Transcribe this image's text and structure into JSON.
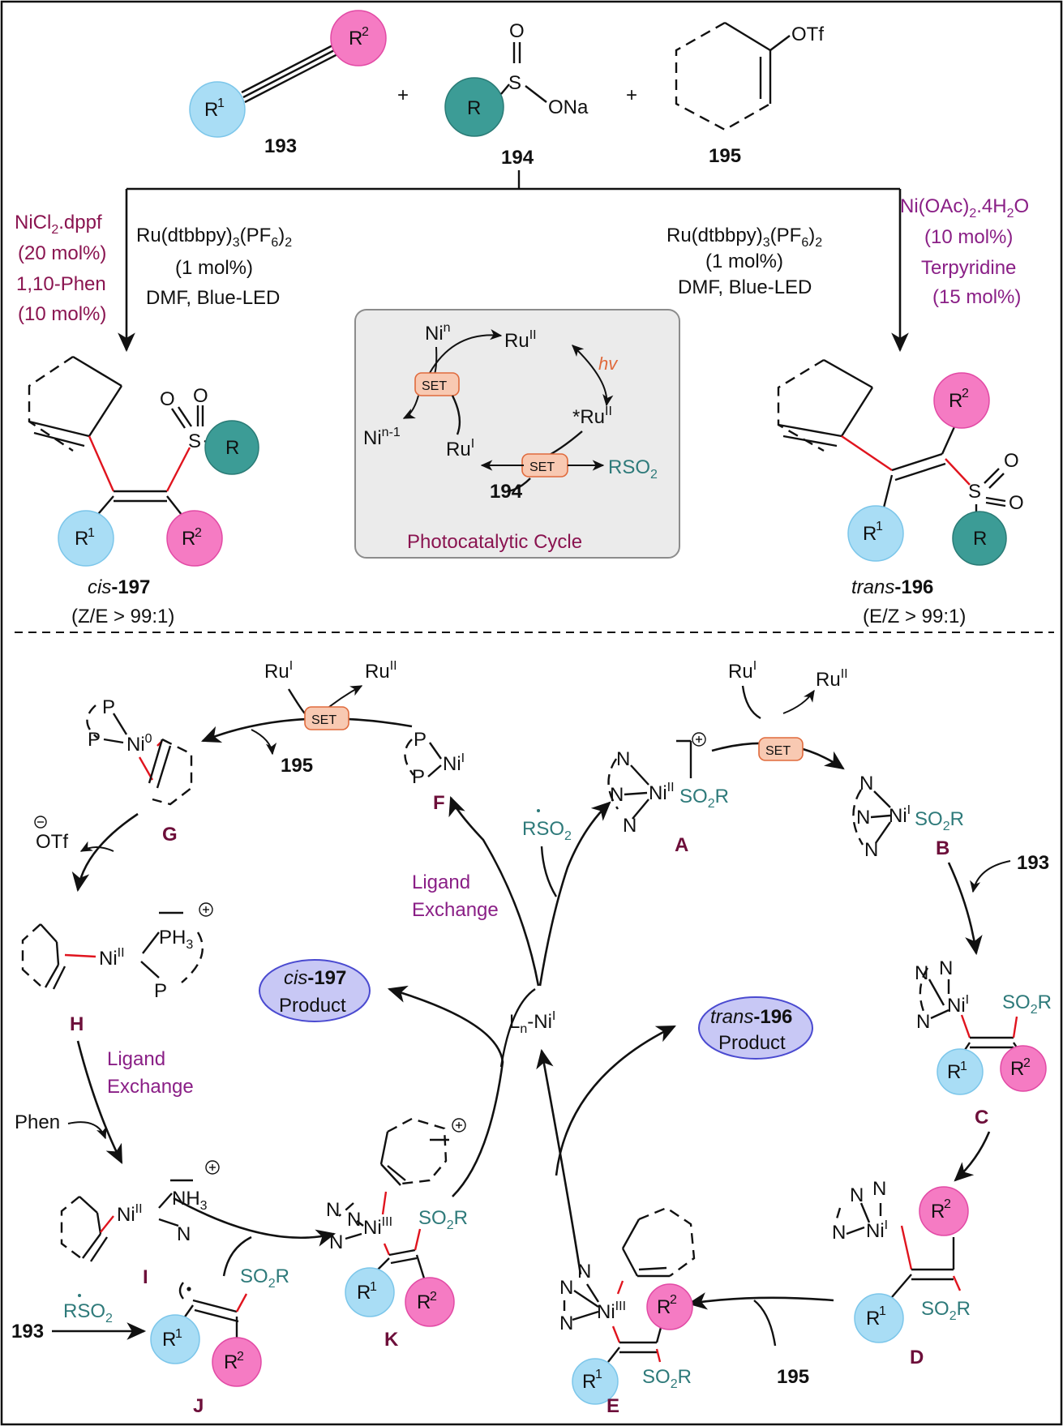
{
  "reactants": {
    "alkyne": {
      "number": "193",
      "r1": "R",
      "r1_sup": "1",
      "r2": "R",
      "r2_sup": "2"
    },
    "sulfinate": {
      "number": "194",
      "r": "R",
      "s": "S",
      "o": "O",
      "ona": "ONa"
    },
    "triflate": {
      "number": "195",
      "otf": "OTf"
    },
    "plus": "+"
  },
  "left_conditions": {
    "ni": [
      "NiCl",
      "2",
      ".dppf",
      "(20 mol%)",
      "1,10-Phen",
      "(10 mol%)"
    ],
    "ru": [
      "Ru(dtbbpy)",
      "3",
      "(PF",
      "6",
      ")",
      "2",
      "(1 mol%)",
      "DMF, Blue-LED"
    ]
  },
  "right_conditions": {
    "ni": [
      "Ni(OAc)",
      "2",
      ".4H",
      "2",
      "O",
      "(10 mol%)",
      "Terpyridine",
      "(15 mol%)"
    ],
    "ru": [
      "Ru(dtbbpy)",
      "3",
      "(PF",
      "6",
      ")",
      "2",
      "(1 mol%)",
      "DMF, Blue-LED"
    ]
  },
  "photocycle": {
    "title": "Photocatalytic Cycle",
    "set": "SET",
    "hv": "hv",
    "ni_n": "Ni",
    "n": "n",
    "ni_n1": "Ni",
    "n1": "n-1",
    "ru": "Ru",
    "ii": "II",
    "i": "I",
    "star": "*",
    "rso2": "RSO",
    "two": "2",
    "num194": "194"
  },
  "products": {
    "cis": {
      "prefix": "cis",
      "number": "-197",
      "ratio": "(Z/E > 99:1)"
    },
    "trans": {
      "prefix": "trans",
      "number": "-196",
      "ratio": "(E/Z > 99:1)"
    }
  },
  "mechanism": {
    "labels": [
      "A",
      "B",
      "C",
      "D",
      "E",
      "F",
      "G",
      "H",
      "I",
      "J",
      "K"
    ],
    "ligand_exchange": [
      "Ligand",
      "Exchange"
    ],
    "lnni": [
      "L",
      "n",
      "-Ni",
      "I"
    ],
    "otf": "OTf",
    "phen": "Phen",
    "cis_product": [
      "cis",
      "-197",
      "Product"
    ],
    "trans_product": [
      "trans",
      "-196",
      "Product"
    ],
    "so2r": "SO",
    "so2r_tail": "R",
    "p": "P",
    "n_atom": "N",
    "nh3": "NH",
    "ph3": "PH",
    "three": "3",
    "ni": "Ni",
    "ni0": "0",
    "niI": "I",
    "niII": "II",
    "niIII": "III",
    "num193": "193",
    "num195": "195"
  }
}
